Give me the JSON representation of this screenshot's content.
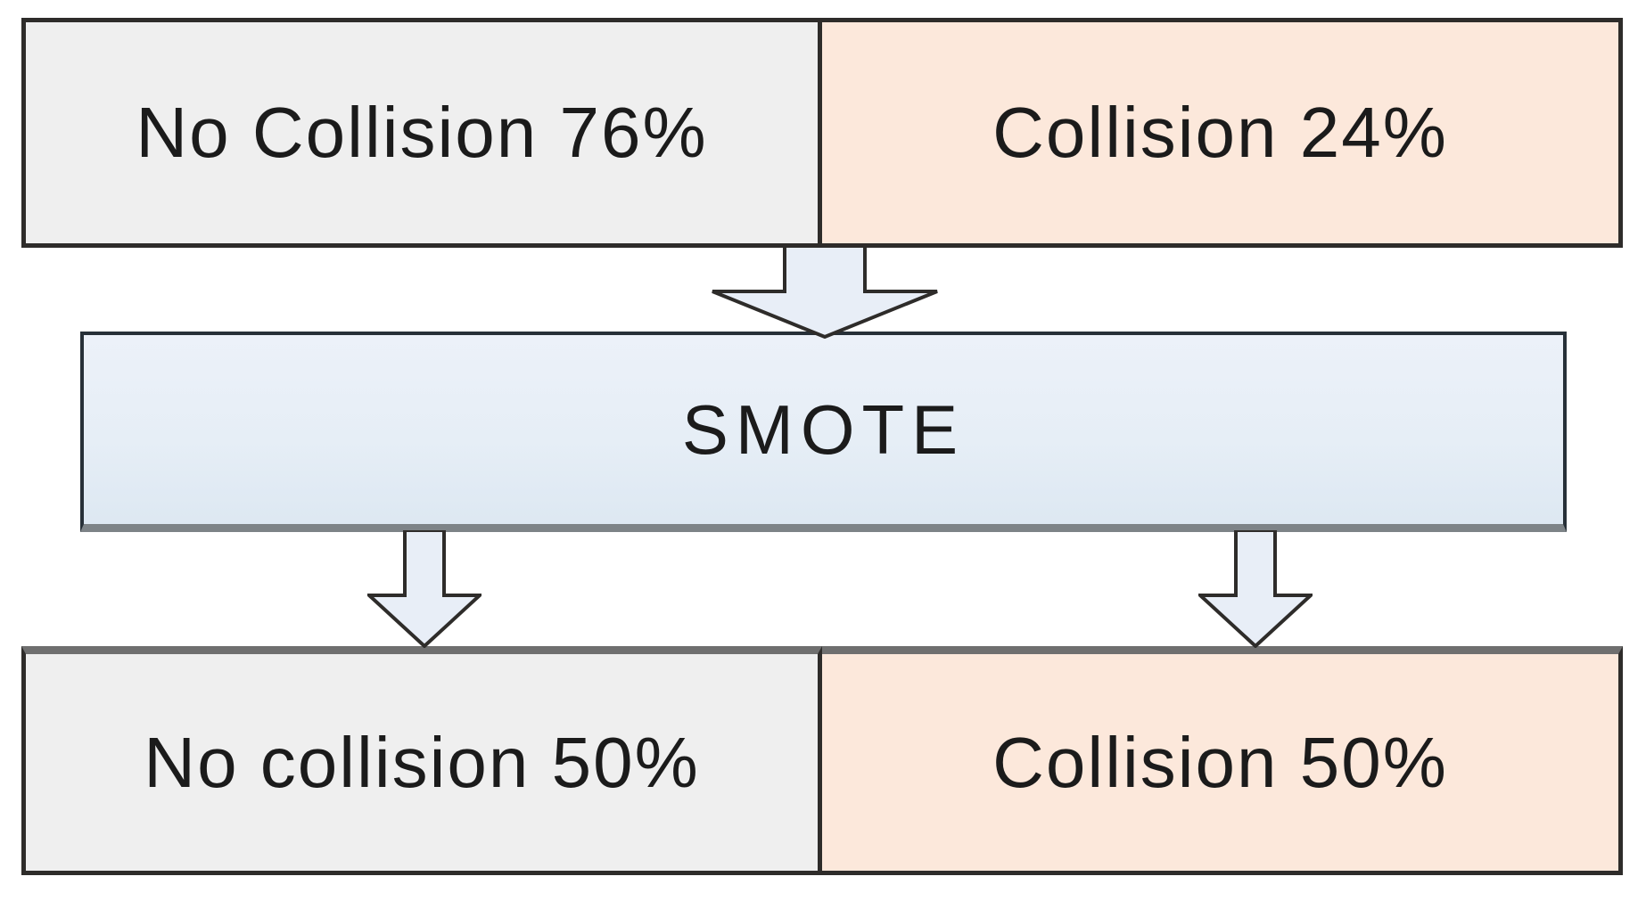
{
  "diagram": {
    "top_row": [
      {
        "label": "No Collision 76%"
      },
      {
        "label": "Collision 24%"
      }
    ],
    "process_label": "SMOTE",
    "bottom_row": [
      {
        "label": "No collision 50%"
      },
      {
        "label": "Collision 50%"
      }
    ],
    "colors": {
      "no_collision_fill": "#efefef",
      "collision_fill": "#fce8db",
      "process_fill_top": "#ecf1f9",
      "process_fill_bottom": "#dde8f2",
      "process_border": "#273038",
      "arrow_fill": "#e8eef7",
      "border_dark": "#2e2c2a",
      "border_gray": "#6f6f6f",
      "border_gray_light": "#7d8387",
      "text": "#1b1b1b"
    }
  }
}
